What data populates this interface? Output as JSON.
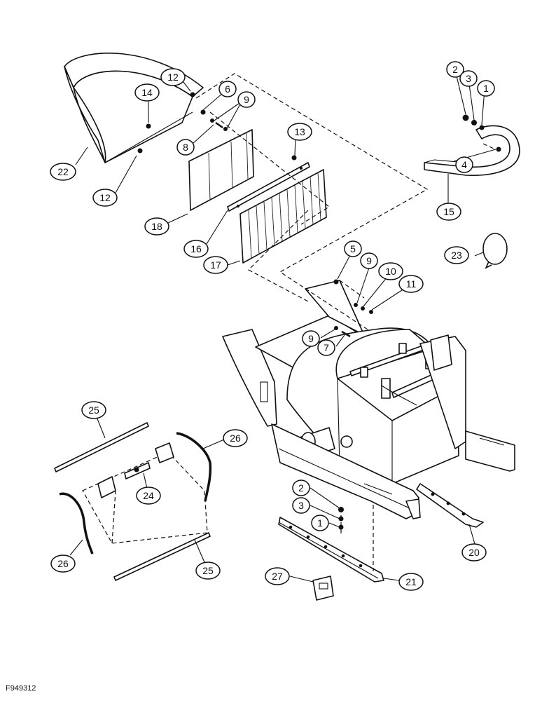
{
  "figure_id": "F949312",
  "colors": {
    "ink": "#111111",
    "paper": "#ffffff"
  },
  "callouts": [
    {
      "id": "c-22",
      "label": "22"
    },
    {
      "id": "c-12a",
      "label": "12"
    },
    {
      "id": "c-14",
      "label": "14"
    },
    {
      "id": "c-12b",
      "label": "12"
    },
    {
      "id": "c-6",
      "label": "6"
    },
    {
      "id": "c-9a",
      "label": "9"
    },
    {
      "id": "c-8",
      "label": "8"
    },
    {
      "id": "c-13",
      "label": "13"
    },
    {
      "id": "c-18",
      "label": "18"
    },
    {
      "id": "c-16",
      "label": "16"
    },
    {
      "id": "c-17",
      "label": "17"
    },
    {
      "id": "c-2a",
      "label": "2"
    },
    {
      "id": "c-3a",
      "label": "3"
    },
    {
      "id": "c-1a",
      "label": "1"
    },
    {
      "id": "c-4",
      "label": "4"
    },
    {
      "id": "c-15",
      "label": "15"
    },
    {
      "id": "c-23",
      "label": "23"
    },
    {
      "id": "c-5",
      "label": "5"
    },
    {
      "id": "c-9b",
      "label": "9"
    },
    {
      "id": "c-10",
      "label": "10"
    },
    {
      "id": "c-11",
      "label": "11"
    },
    {
      "id": "c-9c",
      "label": "9"
    },
    {
      "id": "c-7",
      "label": "7"
    },
    {
      "id": "c-25a",
      "label": "25"
    },
    {
      "id": "c-26a",
      "label": "26"
    },
    {
      "id": "c-24",
      "label": "24"
    },
    {
      "id": "c-26b",
      "label": "26"
    },
    {
      "id": "c-25b",
      "label": "25"
    },
    {
      "id": "c-2b",
      "label": "2"
    },
    {
      "id": "c-3b",
      "label": "3"
    },
    {
      "id": "c-1b",
      "label": "1"
    },
    {
      "id": "c-20",
      "label": "20"
    },
    {
      "id": "c-27",
      "label": "27"
    },
    {
      "id": "c-21",
      "label": "21"
    }
  ]
}
